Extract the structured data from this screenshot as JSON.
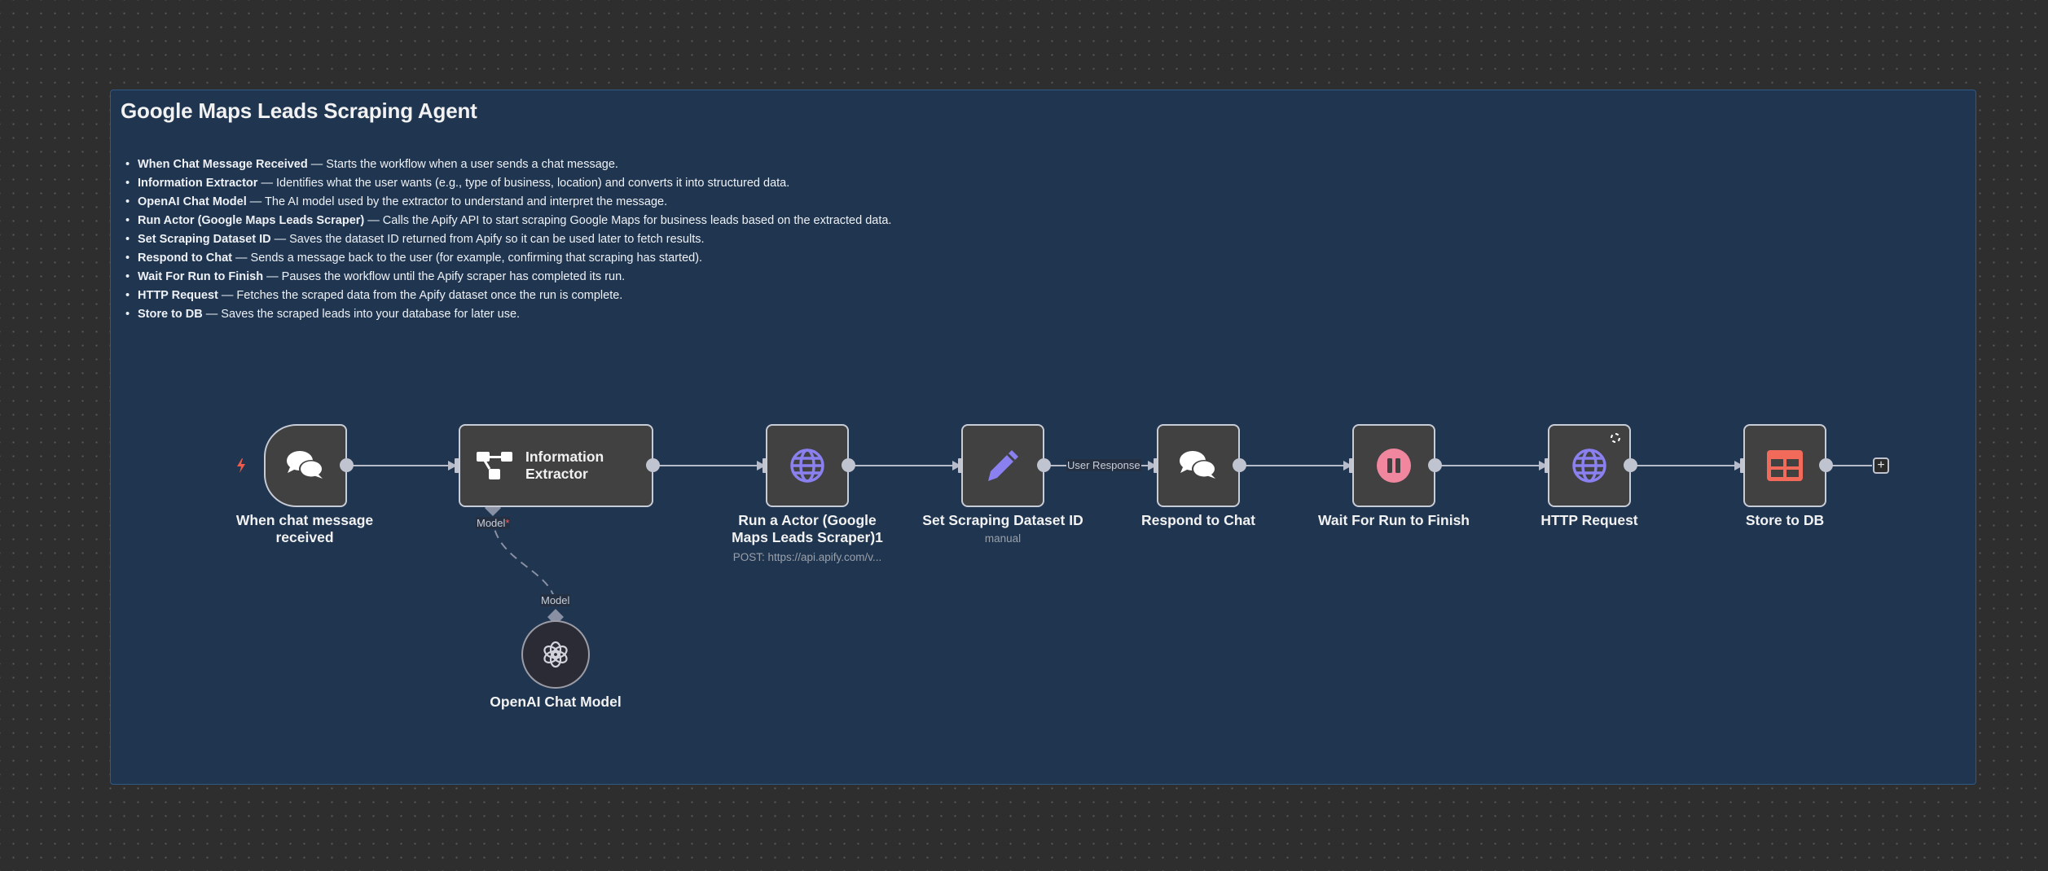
{
  "sticky_note": {
    "title": "Google Maps Leads Scraping Agent",
    "items": [
      {
        "name": "When Chat Message Received",
        "desc": " — Starts the workflow when a user sends a chat message."
      },
      {
        "name": "Information Extractor",
        "desc": " — Identifies what the user wants (e.g., type of business, location) and converts it into structured data."
      },
      {
        "name": "OpenAI Chat Model",
        "desc": " — The AI model used by the extractor to understand and interpret the message."
      },
      {
        "name": "Run Actor (Google Maps Leads Scraper)",
        "desc": " — Calls the Apify API to start scraping Google Maps for business leads based on the extracted data."
      },
      {
        "name": "Set Scraping Dataset ID",
        "desc": " — Saves the dataset ID returned from Apify so it can be used later to fetch results."
      },
      {
        "name": "Respond to Chat",
        "desc": " — Sends a message back to the user (for example, confirming that scraping has started)."
      },
      {
        "name": "Wait For Run to Finish",
        "desc": " — Pauses the workflow until the Apify scraper has completed its run."
      },
      {
        "name": "HTTP Request",
        "desc": " — Fetches the scraped data from the Apify dataset once the run is complete."
      },
      {
        "name": "Store to DB",
        "desc": " — Saves the scraped leads into your database for later use."
      }
    ]
  },
  "nodes": {
    "chat_trigger": {
      "label_line1": "When chat message",
      "label_line2": "received",
      "icon": "chat-bubbles-icon"
    },
    "info_extractor": {
      "label_line1": "Information",
      "label_line2": "Extractor",
      "icon": "extractor-tree-icon",
      "model_port_label": "Model",
      "model_required_mark": "*"
    },
    "openai_model": {
      "label": "OpenAI Chat Model",
      "icon": "openai-logo-icon",
      "port_label": "Model"
    },
    "run_actor": {
      "label_line1": "Run a Actor (Google",
      "label_line2": "Maps Leads Scraper)1",
      "subtitle": "POST: https://api.apify.com/v...",
      "icon": "globe-icon"
    },
    "set_dataset": {
      "label": "Set Scraping Dataset ID",
      "subtitle": "manual",
      "icon": "pencil-icon"
    },
    "respond_chat": {
      "label": "Respond to Chat",
      "icon": "chat-bubbles-icon"
    },
    "wait_run": {
      "label": "Wait For Run to Finish",
      "icon": "pause-icon"
    },
    "http_request": {
      "label": "HTTP Request",
      "icon": "globe-icon",
      "status": "loading"
    },
    "store_db": {
      "label": "Store to DB",
      "icon": "table-icon"
    }
  },
  "edges": {
    "user_response_label": "User Response"
  },
  "add_node_button": {
    "label": "+"
  },
  "colors": {
    "accent_purple": "#8b80f0",
    "pause_pink": "#f0879e",
    "table_red": "#f26b5a",
    "trigger_red": "#ef5a4a",
    "note_bg": "#1f3550"
  }
}
